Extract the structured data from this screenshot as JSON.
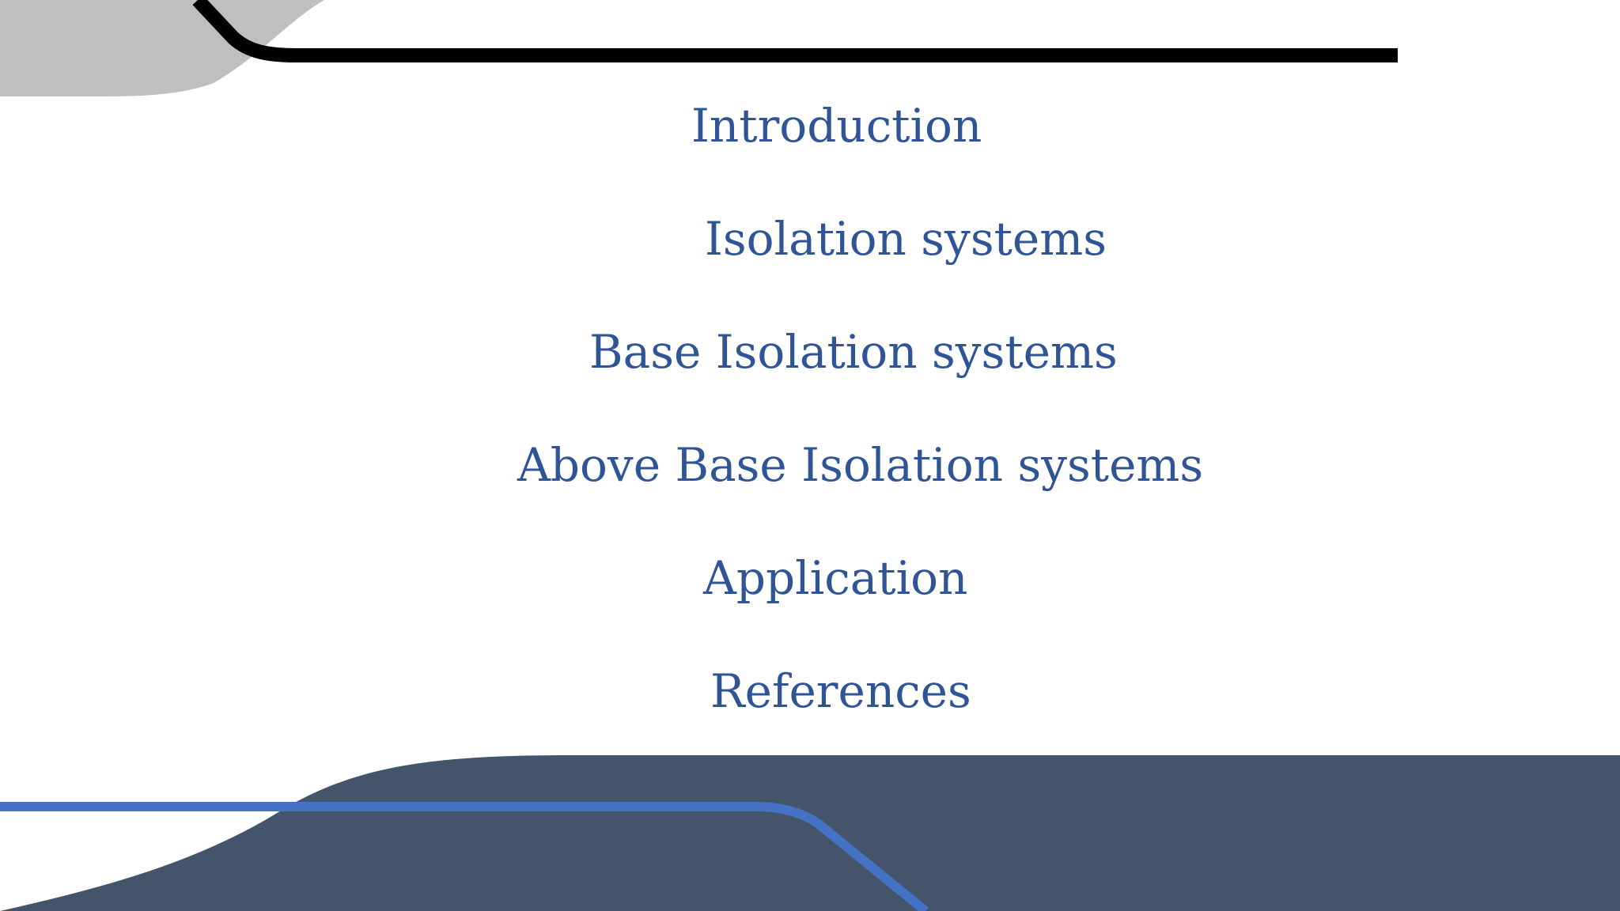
{
  "slide": {
    "colors": {
      "text": "#2f5597",
      "top_shape": "#bfbfbf",
      "top_rule": "#000000",
      "bottom_band": "#44546a",
      "bottom_line": "#4472c4"
    },
    "agenda": [
      {
        "label": "Introduction"
      },
      {
        "label": "Isolation systems"
      },
      {
        "label": "Base Isolation systems"
      },
      {
        "label": "Above Base Isolation systems"
      },
      {
        "label": "Application"
      },
      {
        "label": "References"
      }
    ]
  }
}
